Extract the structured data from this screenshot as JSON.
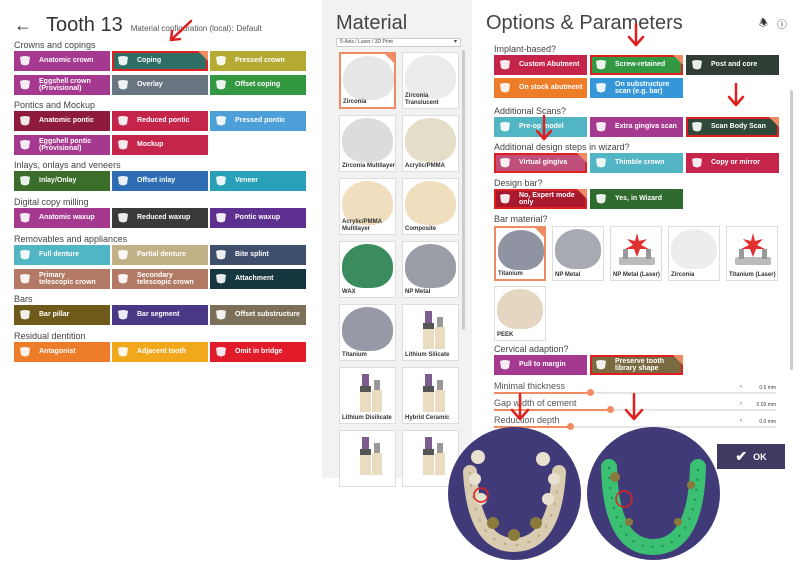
{
  "left": {
    "back_icon": "arrow-left-icon",
    "title": "Tooth 13",
    "config_label": "Material configuration (local):",
    "config_value": "Default",
    "sections": [
      {
        "label": "Crowns and copings",
        "tiles": [
          {
            "label": "Anatomic crown",
            "color": "#a5398f",
            "icon": "crown-icon"
          },
          {
            "label": "Coping",
            "color": "#2e6e64",
            "icon": "coping-icon",
            "selected": true
          },
          {
            "label": "Pressed crown",
            "color": "#b5ab34",
            "icon": "pressed-crown-icon"
          },
          {
            "label": "Eggshell crown\n(Provisional)",
            "color": "#a5398f",
            "icon": "eggshell-icon"
          },
          {
            "label": "Overlay",
            "color": "#6a7582",
            "icon": "overlay-icon"
          },
          {
            "label": "Offset coping",
            "color": "#339842",
            "icon": "offset-coping-icon"
          }
        ]
      },
      {
        "label": "Pontics and Mockup",
        "tiles": [
          {
            "label": "Anatomic pontic",
            "color": "#8e1b3d",
            "icon": "pontic-icon"
          },
          {
            "label": "Reduced pontic",
            "color": "#c5244b",
            "icon": "reduced-pontic-icon"
          },
          {
            "label": "Pressed pontic",
            "color": "#4d9fd8",
            "icon": "pressed-pontic-icon"
          },
          {
            "label": "Eggshell pontic\n(Provisional)",
            "color": "#a5398f",
            "icon": "eggshell-pontic-icon"
          },
          {
            "label": "Mockup",
            "color": "#c5244b",
            "icon": "mockup-icon"
          }
        ]
      },
      {
        "label": "Inlays, onlays and veneers",
        "tiles": [
          {
            "label": "Inlay/Onlay",
            "color": "#3b6e2a",
            "icon": "inlay-icon"
          },
          {
            "label": "Offset inlay",
            "color": "#2e6cb3",
            "icon": "offset-inlay-icon"
          },
          {
            "label": "Veneer",
            "color": "#2aa0b8",
            "icon": "veneer-icon"
          }
        ]
      },
      {
        "label": "Digital copy milling",
        "tiles": [
          {
            "label": "Anatomic waxup",
            "color": "#a5398f",
            "icon": "waxup-icon"
          },
          {
            "label": "Reduced waxup",
            "color": "#3a3a3a",
            "icon": "reduced-waxup-icon"
          },
          {
            "label": "Pontic waxup",
            "color": "#5d2f8e",
            "icon": "pontic-waxup-icon"
          }
        ]
      },
      {
        "label": "Removables and appliances",
        "tiles": [
          {
            "label": "Full denture",
            "color": "#52b5c4",
            "icon": "denture-icon"
          },
          {
            "label": "Partial denture",
            "color": "#c2b086",
            "icon": "partial-denture-icon"
          },
          {
            "label": "Bite splint",
            "color": "#3e4f6b",
            "icon": "bite-splint-icon"
          },
          {
            "label": "Primary\ntelescopic crown",
            "color": "#b27a64",
            "icon": "primary-telescopic-icon"
          },
          {
            "label": "Secondary\ntelescopic crown",
            "color": "#b27a64",
            "icon": "secondary-telescopic-icon"
          },
          {
            "label": "Attachment",
            "color": "#16373f",
            "icon": "attachment-icon"
          }
        ]
      },
      {
        "label": "Bars",
        "tiles": [
          {
            "label": "Bar pillar",
            "color": "#6e5a1a",
            "icon": "bar-pillar-icon"
          },
          {
            "label": "Bar segment",
            "color": "#4a3887",
            "icon": "bar-segment-icon"
          },
          {
            "label": "Offset substructure",
            "color": "#7d7058",
            "icon": "offset-substructure-icon"
          }
        ]
      },
      {
        "label": "Residual dentition",
        "tiles": [
          {
            "label": "Antagonist",
            "color": "#ee7d2a",
            "icon": "antagonist-icon"
          },
          {
            "label": "Adjacent tooth",
            "color": "#f2a81d",
            "icon": "adjacent-tooth-icon"
          },
          {
            "label": "Omit in bridge",
            "color": "#e21b2b",
            "icon": "omit-icon"
          }
        ]
      }
    ]
  },
  "middle": {
    "title": "Material",
    "dropdown_value": "5-Axis / Laser / 3D Print",
    "materials": [
      {
        "label": "Zirconia",
        "color": "#e6e6e6",
        "selected": true
      },
      {
        "label": "Zirconia\nTranslucent",
        "color": "#ececec"
      },
      {
        "label": "Zirconia Multilayer",
        "color": "#dcdcdc"
      },
      {
        "label": "Acrylic/PMMA",
        "color": "#e4ddc8"
      },
      {
        "label": "Acrylic/PMMA\nMultilayer",
        "color": "#efdfbf"
      },
      {
        "label": "Composite",
        "color": "#efdfbf"
      },
      {
        "label": "WAX",
        "color": "#3a8c5e"
      },
      {
        "label": "NP Metal",
        "color": "#9a9da6"
      },
      {
        "label": "Titanium",
        "color": "#9799a6"
      },
      {
        "label": "Lithium Silicate",
        "color": "#ffffff"
      },
      {
        "label": "Lithium Disilicate",
        "color": "#ffffff"
      },
      {
        "label": "Hybrid Ceramic",
        "color": "#ffffff"
      },
      {
        "label": "",
        "color": "#ffffff"
      },
      {
        "label": "",
        "color": "#ffffff"
      }
    ]
  },
  "right": {
    "title": "Options & Parameters",
    "bell_icon": "bell-icon",
    "help_icon": "help-icon",
    "implant": {
      "label": "Implant-based?",
      "tiles": [
        {
          "label": "Custom Abutment",
          "color": "#c5244b",
          "icon": "abutment-icon"
        },
        {
          "label": "Screw-retained",
          "color": "#339842",
          "icon": "screw-icon",
          "selected": true
        },
        {
          "label": "Post and core",
          "color": "#2f3d35",
          "icon": "post-core-icon"
        },
        {
          "label": "On stock abutment",
          "color": "#ee7d2a",
          "icon": "stock-abutment-icon"
        },
        {
          "label": "On substructure\nscan (e.g. bar)",
          "color": "#3596d8",
          "icon": "substructure-scan-icon"
        }
      ]
    },
    "scans": {
      "label": "Additional Scans?",
      "tiles": [
        {
          "label": "Pre-op model",
          "color": "#52b5c4",
          "icon": "preop-icon"
        },
        {
          "label": "Extra gingiva scan",
          "color": "#a5398f",
          "icon": "gingiva-scan-icon"
        },
        {
          "label": "Scan Body Scan",
          "color": "#2f4a3a",
          "icon": "scan-body-icon",
          "selected": true
        }
      ]
    },
    "design_steps": {
      "label": "Additional design steps in wizard?",
      "tiles": [
        {
          "label": "Virtual gingiva",
          "color": "#c0507a",
          "icon": "virtual-gingiva-icon",
          "selected": true
        },
        {
          "label": "Thimble crown",
          "color": "#52b5c4",
          "icon": "thimble-crown-icon"
        },
        {
          "label": "Copy or mirror",
          "color": "#c5244b",
          "icon": "copy-mirror-icon"
        }
      ]
    },
    "design_bar": {
      "label": "Design bar?",
      "tiles": [
        {
          "label": "No, Expert mode only",
          "color": "#a8192d",
          "icon": "bar-expert-icon",
          "selected": true
        },
        {
          "label": "Yes, in Wizard",
          "color": "#2f6b2e",
          "icon": "bar-wizard-icon"
        }
      ]
    },
    "bar_material": {
      "label": "Bar material?",
      "items": [
        {
          "label": "Titanium",
          "color": "#8f93a2",
          "selected": true
        },
        {
          "label": "NP Metal",
          "color": "#a7aab3"
        },
        {
          "label": "NP Metal (Laser)",
          "color": "#f4f4f4"
        },
        {
          "label": "Zirconia",
          "color": "#ededed"
        },
        {
          "label": "Titanium (Laser)",
          "color": "#f4f4f4"
        },
        {
          "label": "PEEK",
          "color": "#e4d6c0"
        }
      ]
    },
    "cervical": {
      "label": "Cervical adaption?",
      "tiles": [
        {
          "label": "Pull to margin",
          "color": "#a5398f",
          "icon": "pull-margin-icon"
        },
        {
          "label": "Preserve tooth\nlibrary shape",
          "color": "#7a6a3f",
          "icon": "preserve-shape-icon",
          "selected": true
        }
      ]
    },
    "params": [
      {
        "label": "Minimal thickness",
        "value": "0.6 mm",
        "fraction": 0.34
      },
      {
        "label": "Gap width of cement",
        "value": "0.03 mm",
        "fraction": 0.41
      },
      {
        "label": "Reduction depth",
        "value": "0.0 mm",
        "fraction": 0.27
      }
    ],
    "ok_label": "OK",
    "ok_icon": "check-icon"
  },
  "colors": {
    "accent": "#f08c64",
    "annotation_red": "#e02020",
    "disc_bg": "#403b78",
    "ok_bg": "#3e3a62"
  }
}
